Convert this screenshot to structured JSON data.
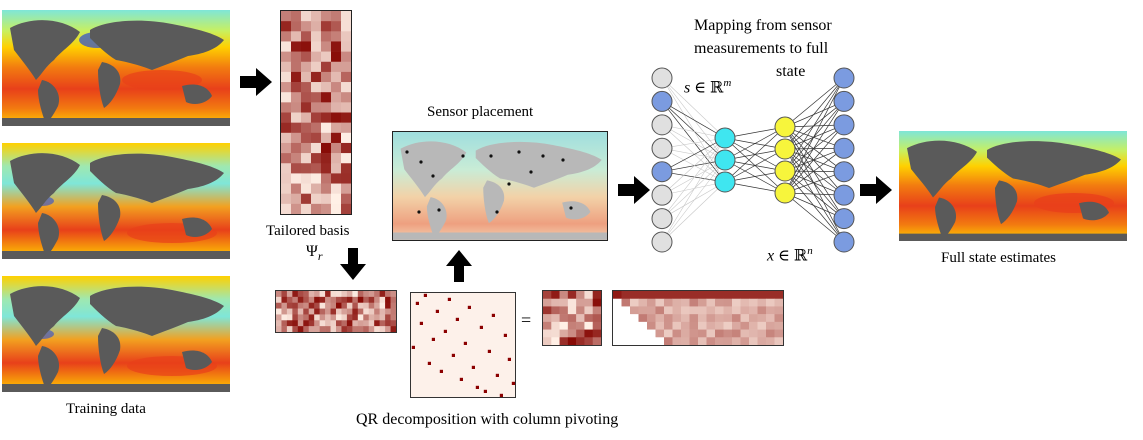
{
  "labels": {
    "training_data": "Training data",
    "tailored_basis": "Tailored basis",
    "psi_r": "Ψ",
    "psi_sub": "r",
    "sensor_placement": "Sensor placement",
    "mapping_line1": "Mapping from sensor",
    "mapping_line2": "measurements to full",
    "mapping_line3": "state",
    "s_var": "s",
    "s_in": " ∈ ",
    "s_set": "ℝ",
    "s_exp": "m",
    "x_var": "x",
    "x_in": " ∈ ",
    "x_set": "ℝ",
    "x_exp": "n",
    "full_state": "Full state estimates",
    "qr": "QR decomposition with column pivoting",
    "equals": "="
  },
  "colors": {
    "ocean_warm": "#e8401a",
    "ocean_hot": "#f27a10",
    "ocean_mid": "#ffd000",
    "ocean_cool": "#7fe6d8",
    "ocean_cold": "#2a4bd6",
    "land": "#5a5a5a",
    "land_gray": "#b8b8b8",
    "node_gray": "#e0e0e0",
    "node_blue": "#7b9be0",
    "node_cyan": "#3fe6f0",
    "node_yellow": "#f7f53c",
    "matrix_dark": "#8b0000",
    "matrix_bg": "#fdf1ea"
  }
}
